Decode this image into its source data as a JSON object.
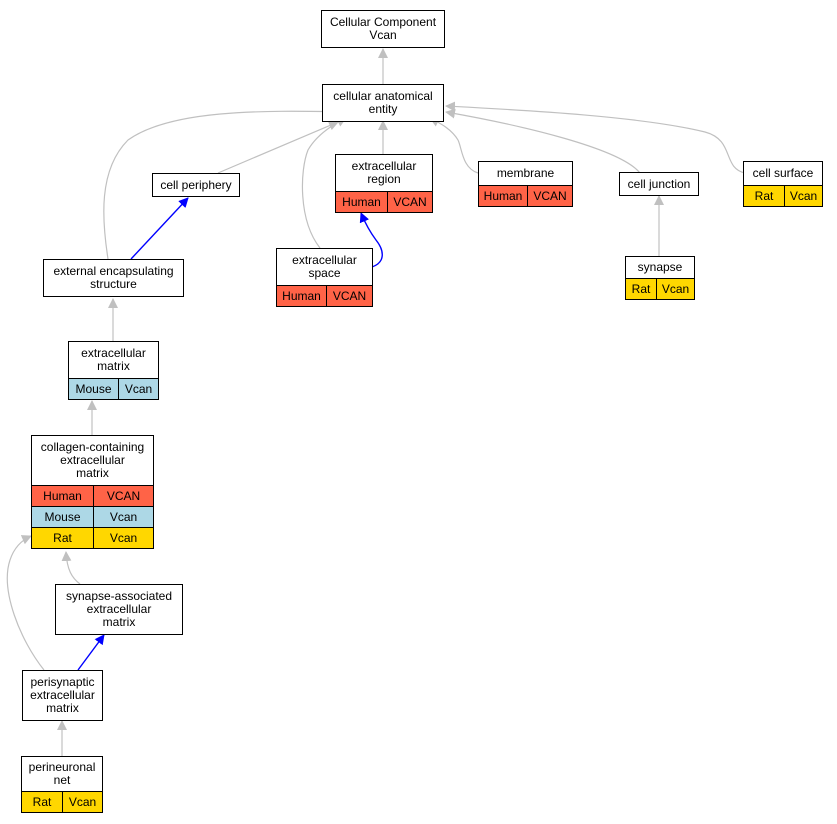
{
  "colors": {
    "human": "#ff6347",
    "mouse": "#add8e6",
    "rat": "#ffd700",
    "is_a_edge": "#c0c0c0",
    "part_of_edge": "#0000ff"
  },
  "nodes": {
    "root": {
      "title": "Cellular Component\nVcan"
    },
    "cae": {
      "title": "cellular anatomical\nentity"
    },
    "cell_periphery": {
      "title": "cell periphery"
    },
    "ext_region": {
      "title": "extracellular\nregion",
      "rows": [
        {
          "species": "Human",
          "gene": "VCAN"
        }
      ]
    },
    "membrane": {
      "title": "membrane",
      "rows": [
        {
          "species": "Human",
          "gene": "VCAN"
        }
      ]
    },
    "cell_junction": {
      "title": "cell junction"
    },
    "cell_surface": {
      "title": "cell surface",
      "rows": [
        {
          "species": "Rat",
          "gene": "Vcan"
        }
      ]
    },
    "ext_space": {
      "title": "extracellular\nspace",
      "rows": [
        {
          "species": "Human",
          "gene": "VCAN"
        }
      ]
    },
    "synapse": {
      "title": "synapse",
      "rows": [
        {
          "species": "Rat",
          "gene": "Vcan"
        }
      ]
    },
    "ees": {
      "title": "external encapsulating\nstructure"
    },
    "ecm": {
      "title": "extracellular\nmatrix",
      "rows": [
        {
          "species": "Mouse",
          "gene": "Vcan"
        }
      ]
    },
    "collagen": {
      "title": "collagen-containing\nextracellular\nmatrix",
      "rows": [
        {
          "species": "Human",
          "gene": "VCAN"
        },
        {
          "species": "Mouse",
          "gene": "Vcan"
        },
        {
          "species": "Rat",
          "gene": "Vcan"
        }
      ]
    },
    "saecm": {
      "title": "synapse-associated\nextracellular\nmatrix"
    },
    "psecm": {
      "title": "perisynaptic\nextracellular\nmatrix"
    },
    "pnn": {
      "title": "perineuronal\nnet",
      "rows": [
        {
          "species": "Rat",
          "gene": "Vcan"
        }
      ]
    }
  }
}
